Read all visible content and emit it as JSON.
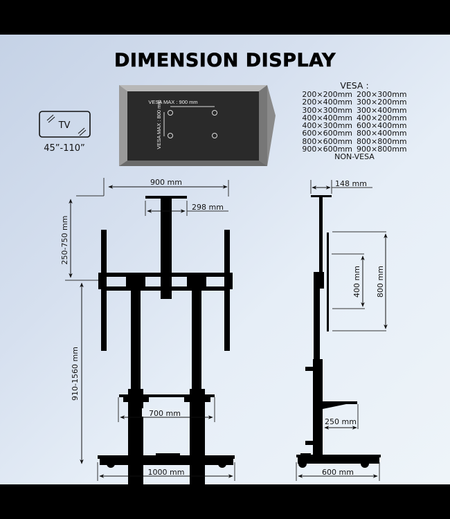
{
  "title": "DIMENSION DISPLAY",
  "tv_icon": {
    "label": "TV",
    "size_range": "45”-110”"
  },
  "mount_plate": {
    "vesa_max_horizontal": "VESA MAX : 900 mm",
    "vesa_max_vertical": "VESA MAX : 800 mm"
  },
  "vesa_list": {
    "header": "VESA :",
    "rows": [
      [
        "200×200mm",
        "200×300mm"
      ],
      [
        "200×400mm",
        "300×200mm"
      ],
      [
        "300×300mm",
        "300×400mm"
      ],
      [
        "400×400mm",
        "400×200mm"
      ],
      [
        "400×300mm",
        "600×400mm"
      ],
      [
        "600×600mm",
        "800×400mm"
      ],
      [
        "800×600mm",
        "800×800mm"
      ],
      [
        "900×600mm",
        "900×800mm"
      ]
    ],
    "footer": "NON-VESA"
  },
  "front_view": {
    "width_top": "900 mm",
    "top_plate": "298 mm",
    "camera_height_adjust": "250-750 mm",
    "mount_height": "910-1560 mm",
    "shelf_width": "700 mm",
    "base_width": "1000 mm"
  },
  "side_view": {
    "top_plate_depth": "148 mm",
    "bracket_inner": "400 mm",
    "bracket_outer": "800 mm",
    "shelf_depth": "250 mm",
    "base_depth": "600 mm"
  },
  "colors": {
    "background_start": "#c5d2e6",
    "background_end": "#eef4f9",
    "structure": "#000000",
    "plate_fill": "#2a2a2a",
    "plate_frame": "#7a7a7a"
  }
}
